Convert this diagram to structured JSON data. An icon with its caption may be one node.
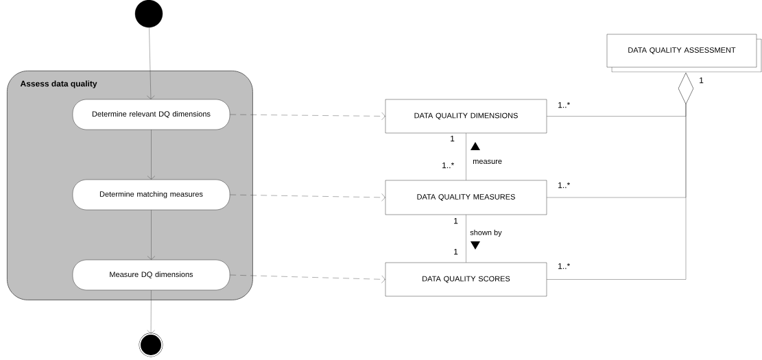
{
  "diagram": {
    "nodes": [
      {
        "text": [],
        "shape": "circle"
      },
      {
        "text": [
          "Assess data quality"
        ]
      },
      {
        "text": [
          "Determine relevant DQ dimensions"
        ],
        "in": 1
      },
      {
        "text": [
          "Determine matching measures"
        ],
        "in": 1
      },
      {
        "text": [
          "Measure DQ dimensions"
        ],
        "in": 1
      },
      {
        "text": [],
        "shape": "circle"
      },
      {
        "text": [
          "DATA QUALITY ASSESSMENT"
        ]
      },
      {
        "text": [
          "DATA QUALITY DIMENSIONS"
        ]
      },
      {
        "text": [
          "DATA QUALITY MEASURES"
        ]
      },
      {
        "text": [
          "DATA QUALITY SCORES"
        ]
      }
    ],
    "edges": [
      {
        "from": 0,
        "to": 2,
        "arrow": "to"
      },
      {
        "from": 2,
        "to": 3,
        "arrow": "to"
      },
      {
        "from": 3,
        "to": 4,
        "arrow": "to"
      },
      {
        "from": 4,
        "to": 5,
        "arrow": "to"
      },
      {
        "from": 2,
        "to": 7,
        "arrow": "to",
        "style": "dashed"
      },
      {
        "from": 3,
        "to": 8,
        "arrow": "to",
        "style": "dashed"
      },
      {
        "from": 4,
        "to": 9,
        "arrow": "to",
        "style": "dashed"
      },
      {
        "from": 7,
        "to": 6,
        "arrow": "other"
      },
      {
        "from": 8,
        "to": 6,
        "arrow": "other"
      },
      {
        "from": 9,
        "to": 6,
        "arrow": "other"
      },
      {
        "from": 7,
        "to": 8,
        "arrow": "none",
        "label": "measure"
      },
      {
        "from": 8,
        "to": 9,
        "arrow": "none",
        "label": "shown by"
      }
    ],
    "labels": [
      "1..*",
      "1",
      "1",
      "1..*",
      "1..*",
      "1",
      "1",
      "1..*"
    ]
  }
}
